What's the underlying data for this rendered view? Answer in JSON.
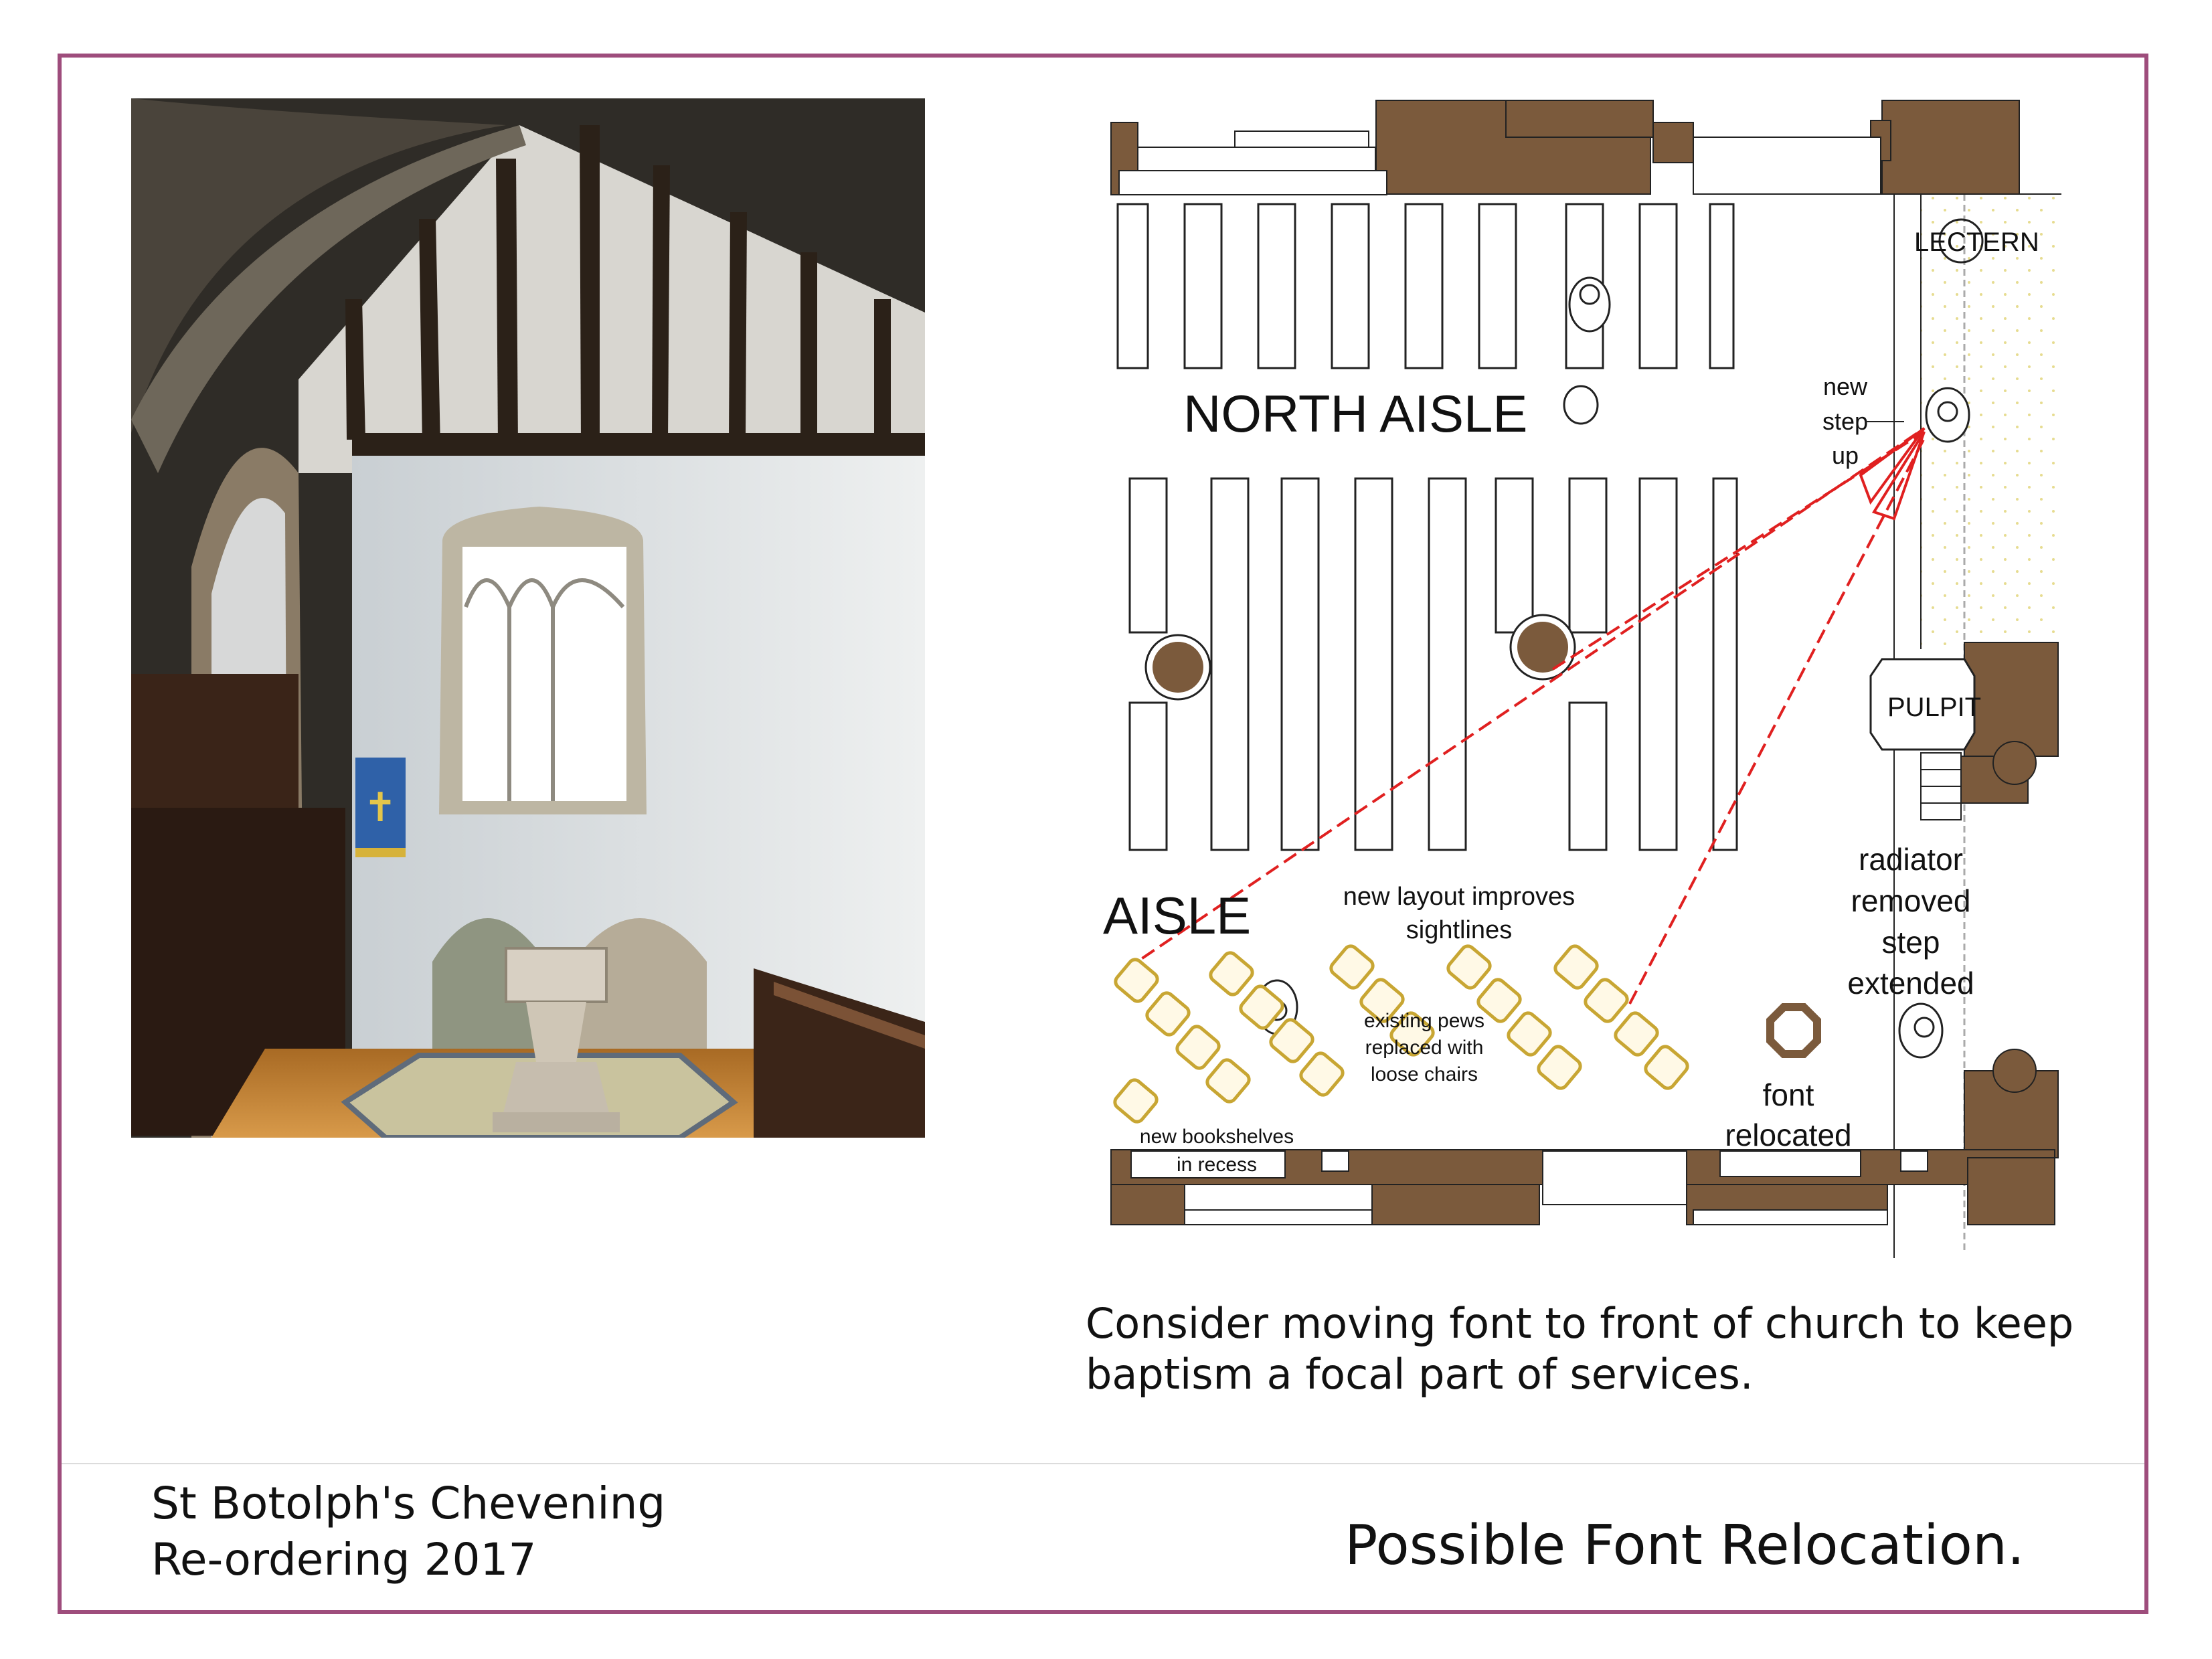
{
  "colors": {
    "frame": "#9e4d7c",
    "wall": "#7b5a3c",
    "sightline": "#e02020",
    "chair": "#c8a633",
    "floor_photo": "#b9782c",
    "chancel_fill": "#f7f4dc"
  },
  "plan": {
    "north_aisle": "NORTH AISLE",
    "aisle": "AISLE",
    "lectern": "LECTERN",
    "pulpit": "PULPIT",
    "new_step_up": [
      "new",
      "step",
      "up"
    ],
    "radiator_note": [
      "radiator",
      "removed",
      "step",
      "extended"
    ],
    "layout_note": [
      "new layout improves",
      "sightlines"
    ],
    "pews_note": [
      "existing pews",
      "replaced with",
      "loose chairs"
    ],
    "bookshelves_note": [
      "new bookshelves",
      "in recess"
    ],
    "font_note": [
      "font",
      "relocated"
    ]
  },
  "caption": "Consider moving font to front of church to keep baptism a focal part of services.",
  "footer": {
    "project_name": "St Botolph's Chevening",
    "project_year": "Re-ordering 2017",
    "sheet_title": "Possible Font Relocation."
  }
}
